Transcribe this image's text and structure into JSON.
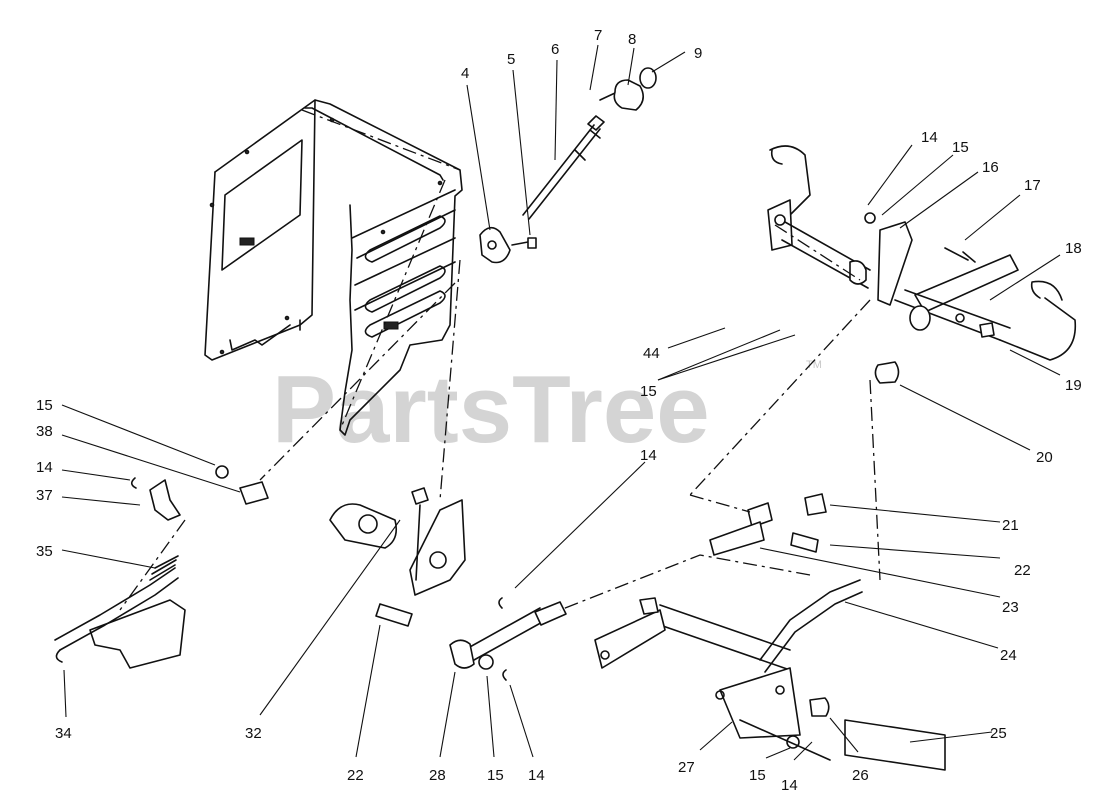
{
  "watermark": {
    "text": "PartsTree",
    "mark": "TM"
  },
  "callouts": [
    {
      "id": "c4",
      "label": "4"
    },
    {
      "id": "c5",
      "label": "5"
    },
    {
      "id": "c6",
      "label": "6"
    },
    {
      "id": "c7",
      "label": "7"
    },
    {
      "id": "c8",
      "label": "8"
    },
    {
      "id": "c9",
      "label": "9"
    },
    {
      "id": "c14a",
      "label": "14"
    },
    {
      "id": "c15a",
      "label": "15"
    },
    {
      "id": "c16",
      "label": "16"
    },
    {
      "id": "c17",
      "label": "17"
    },
    {
      "id": "c18",
      "label": "18"
    },
    {
      "id": "c19",
      "label": "19"
    },
    {
      "id": "c44",
      "label": "44"
    },
    {
      "id": "c15b",
      "label": "15"
    },
    {
      "id": "c20",
      "label": "20"
    },
    {
      "id": "c15c",
      "label": "15"
    },
    {
      "id": "c38",
      "label": "38"
    },
    {
      "id": "c14b",
      "label": "14"
    },
    {
      "id": "c37",
      "label": "37"
    },
    {
      "id": "c35",
      "label": "35"
    },
    {
      "id": "c14c",
      "label": "14"
    },
    {
      "id": "c21",
      "label": "21"
    },
    {
      "id": "c22a",
      "label": "22"
    },
    {
      "id": "c23",
      "label": "23"
    },
    {
      "id": "c24",
      "label": "24"
    },
    {
      "id": "c34",
      "label": "34"
    },
    {
      "id": "c32",
      "label": "32"
    },
    {
      "id": "c22b",
      "label": "22"
    },
    {
      "id": "c28",
      "label": "28"
    },
    {
      "id": "c15d",
      "label": "15"
    },
    {
      "id": "c14d",
      "label": "14"
    },
    {
      "id": "c25",
      "label": "25"
    },
    {
      "id": "c27",
      "label": "27"
    },
    {
      "id": "c15e",
      "label": "15"
    },
    {
      "id": "c14e",
      "label": "14"
    },
    {
      "id": "c26",
      "label": "26"
    }
  ]
}
